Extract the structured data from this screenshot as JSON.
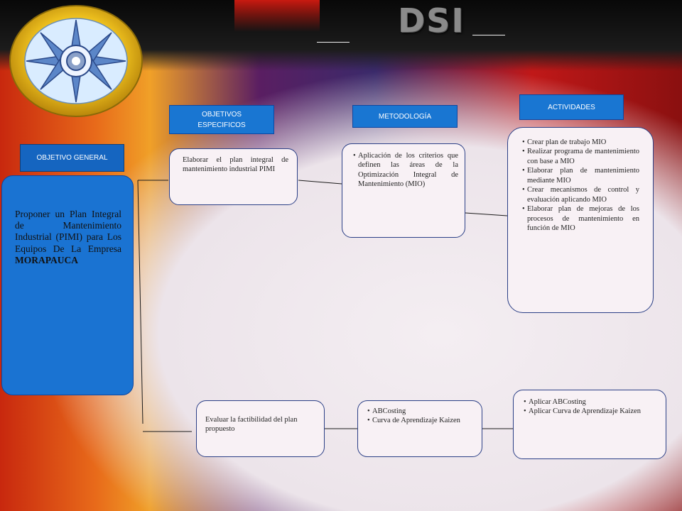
{
  "brand": {
    "title": "DSI"
  },
  "labels": {
    "objetivo_general": "OBJETIVO GENERAL",
    "objetivos_especificos": "OBJETIVOS ESPECIFICOS",
    "metodologia": "METODOLOGÍA",
    "actividades": "ACTIVIDADES"
  },
  "objetivo_general": {
    "text": "Proponer un Plan Integral de Mantenimiento Industrial (PIMI) para Los Equipos De La Empresa",
    "company": "MORAPAUCA"
  },
  "row1": {
    "objetivo": "Elaborar el plan integral de mantenimiento industrial PIMI",
    "metodologia": [
      "Aplicación de los criterios que definen las áreas de la Optimización Integral de Mantenimiento (MIO)"
    ],
    "actividades": [
      "Crear plan de trabajo MIO",
      "Realizar programa de mantenimiento con base a MIO",
      "Elaborar plan de mantenimiento mediante MIO",
      "Crear mecanismos de control y evaluación aplicando MIO",
      "Elaborar plan de mejoras de los procesos de mantenimiento en función de MIO"
    ]
  },
  "row2": {
    "objetivo": "Evaluar la factibilidad del plan propuesto",
    "metodologia": [
      "ABCosting",
      "Curva de Aprendizaje Kaizen"
    ],
    "actividades": [
      "Aplicar ABCosting",
      "Aplicar Curva de Aprendizaje Kaizen"
    ]
  },
  "colors": {
    "label_fill": "#1976d2",
    "general_fill": "#1a73d2",
    "box_fill": "#f8f1f5",
    "box_border": "#2b3f86"
  }
}
